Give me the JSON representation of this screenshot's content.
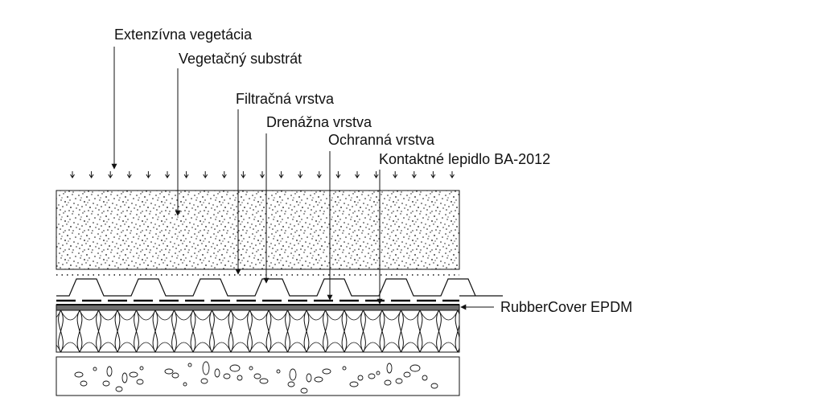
{
  "labels": {
    "extensive_vegetation": "Extenzívna vegetácia",
    "vegetation_substrate": "Vegetačný substrát",
    "filter_layer": "Filtračná vrstva",
    "drainage_layer": "Drenážna vrstva",
    "protective_layer": "Ochranná vrstva",
    "contact_adhesive": "Kontaktné lepidlo BA-2012",
    "epdm_membrane": "RubberCover EPDM"
  },
  "colors": {
    "line": "#111111",
    "membrane": "#6e6e6e",
    "background": "#ffffff"
  }
}
